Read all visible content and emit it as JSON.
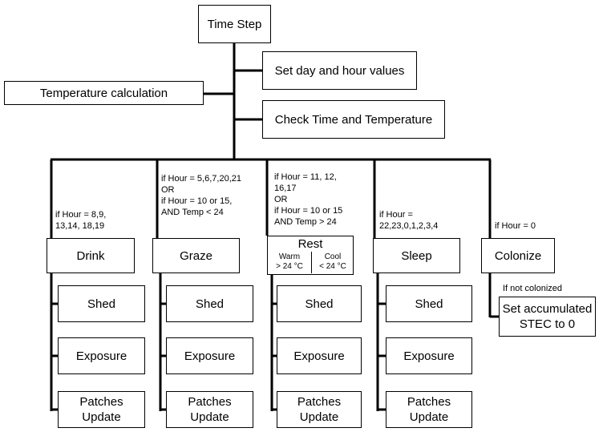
{
  "nodes": {
    "time_step": "Time Step",
    "set_day_hour": "Set day and hour values",
    "temperature_calc": "Temperature calculation",
    "check_time_temp": "Check Time and Temperature",
    "drink": "Drink",
    "graze": "Graze",
    "rest": "Rest",
    "rest_warm": "Warm\n> 24 °C",
    "rest_cool": "Cool\n< 24 °C",
    "sleep": "Sleep",
    "colonize": "Colonize",
    "set_stec": "Set accumulated\nSTEC to 0",
    "shed": "Shed",
    "exposure": "Exposure",
    "patches_update": "Patches\nUpdate"
  },
  "conditions": {
    "drink": "if Hour = 8,9,\n13,14, 18,19",
    "graze": "if Hour = 5,6,7,20,21\nOR\nif Hour = 10 or 15,\nAND Temp < 24",
    "rest": "if Hour = 11, 12,\n16,17\nOR\nif Hour = 10 or 15\nAND Temp > 24",
    "sleep": "if Hour =\n22,23,0,1,2,3,4",
    "colonize": "if Hour = 0",
    "not_colonized": "If not colonized"
  }
}
